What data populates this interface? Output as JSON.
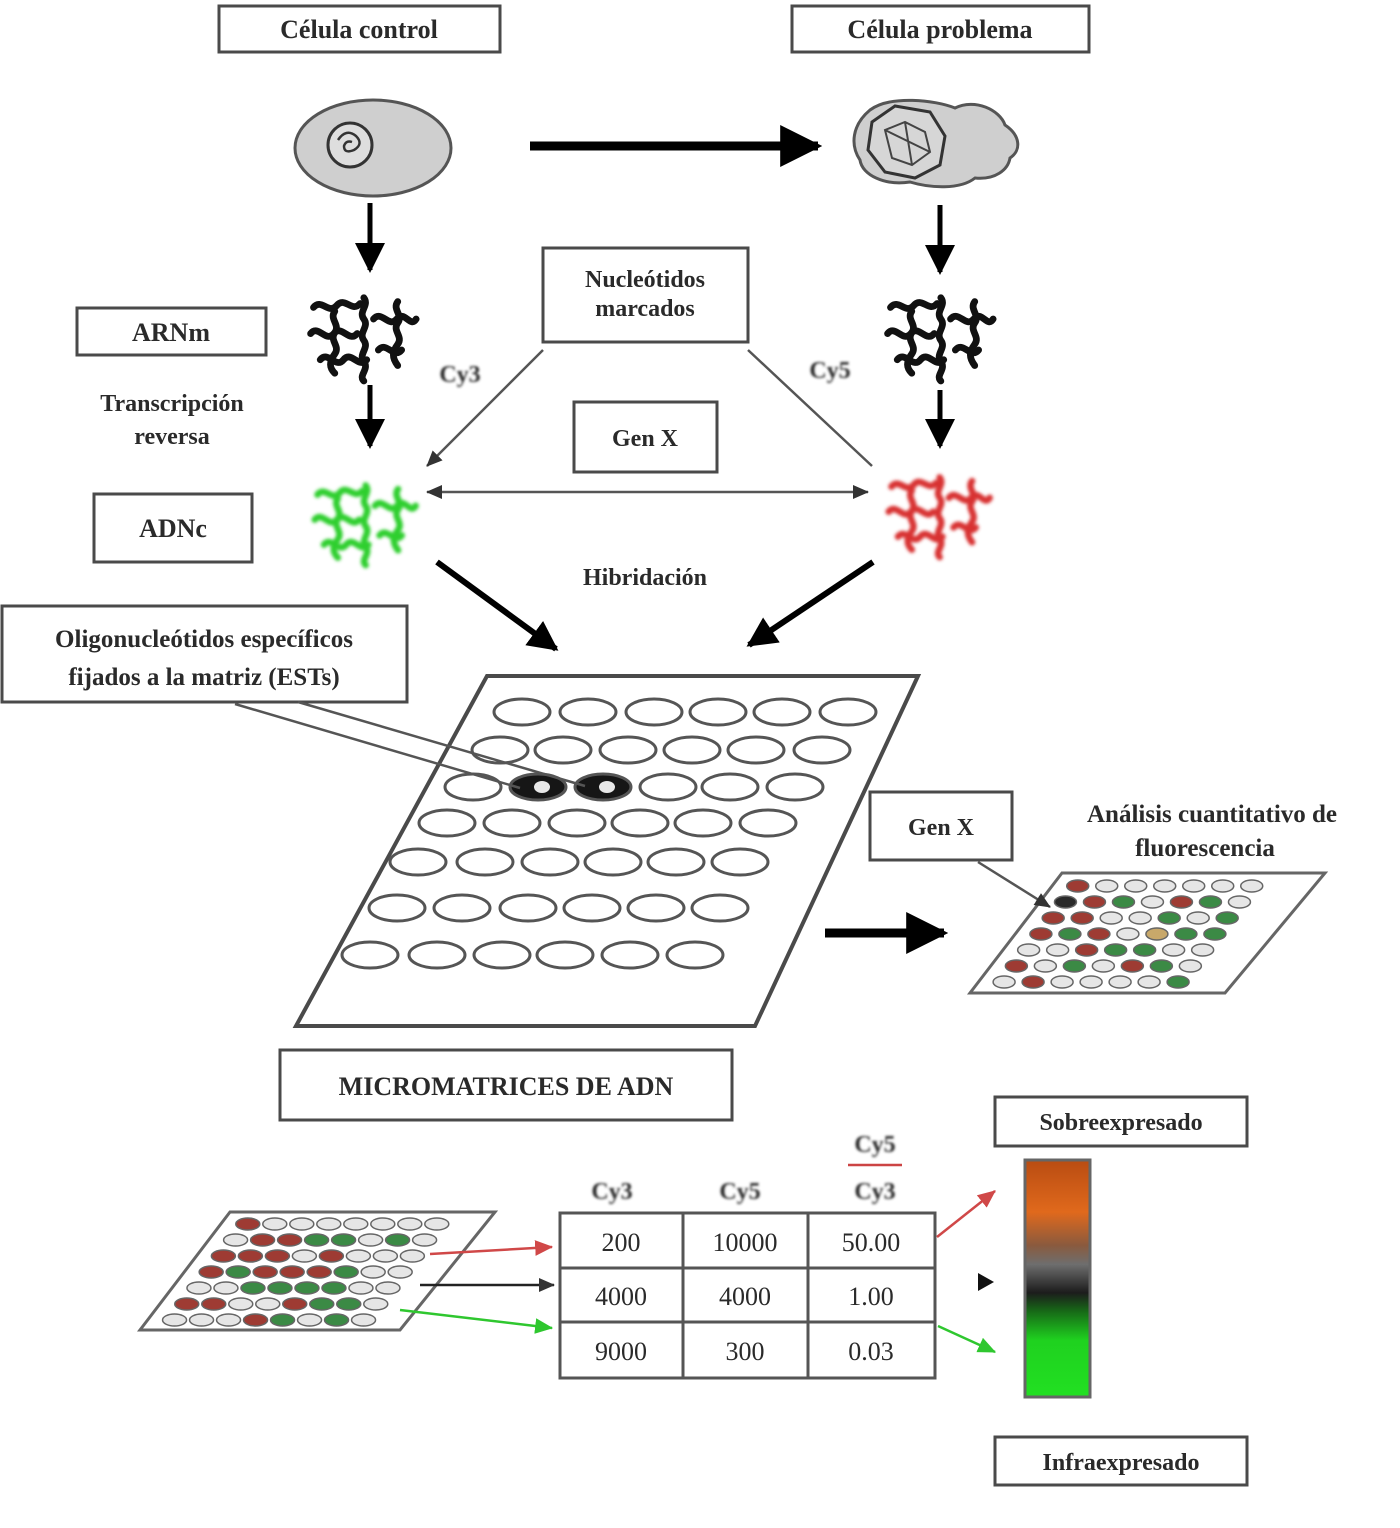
{
  "title_boxes": {
    "control_cell": "Célula control",
    "problem_cell": "Célula problema"
  },
  "labels": {
    "mrna": "ARNm",
    "reverse_transcription_line1": "Transcripción",
    "reverse_transcription_line2": "reversa",
    "cdna": "ADNc",
    "labeled_nucleotides_line1": "Nucleótidos",
    "labeled_nucleotides_line2": "marcados",
    "dye_green": "Cy3",
    "dye_red": "Cy5",
    "gene_x": "Gen X",
    "hybridization": "Hibridación",
    "oligos_line1": "Oligonucleótidos específicos",
    "oligos_line2": "fijados a la matriz (ESTs)",
    "microarray": "MICROMATRICES DE ADN",
    "gene_x_result": "Gen X",
    "analysis_line1": "Análisis cuantitativo de",
    "analysis_line2": "fluorescencia",
    "overexpressed": "Sobreexpresado",
    "underexpressed": "Infraexpresado"
  },
  "table": {
    "header_cy3": "Cy3",
    "header_cy5": "Cy5",
    "ratio_numerator": "Cy5",
    "ratio_denominator": "Cy3",
    "rows": [
      {
        "cy3": "200",
        "cy5": "10000",
        "ratio": "50.00"
      },
      {
        "cy3": "4000",
        "cy5": "4000",
        "ratio": "1.00"
      },
      {
        "cy3": "9000",
        "cy5": "300",
        "ratio": "0.03"
      }
    ]
  },
  "colors": {
    "cy3_green": "#2fbf2f",
    "cy5_red": "#cc3535",
    "overexpressed": "#e0691c",
    "neutral": "#1c1c1c",
    "underexpressed": "#1fd11f",
    "cell_fill": "#cfcfcf"
  }
}
